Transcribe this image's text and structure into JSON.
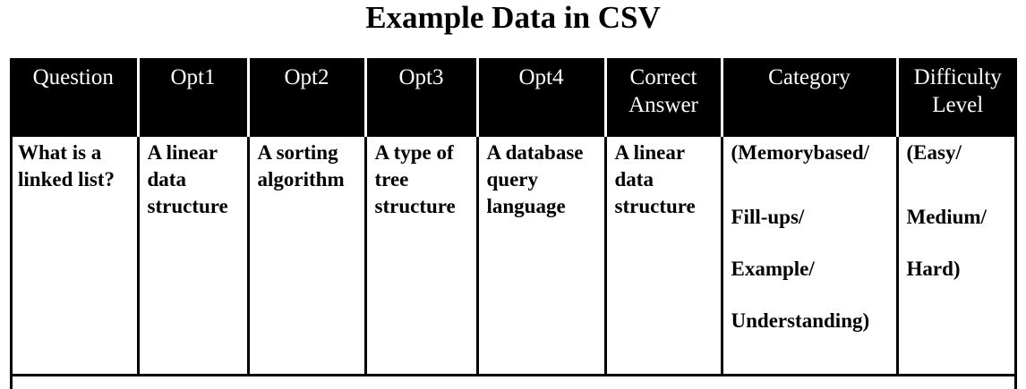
{
  "title": "Example Data in CSV",
  "table": {
    "headers": [
      "Question",
      "Opt1",
      "Opt2",
      "Opt3",
      "Opt4",
      "Correct Answer",
      "Category",
      "Difficulty Level"
    ],
    "row": {
      "question": "What is a linked list?",
      "opt1": "A linear data structure",
      "opt2": "A sorting algorithm",
      "opt3": "A type of tree structure",
      "opt4": "A database query language",
      "correct_answer": "A linear data structure",
      "category": [
        "(Memorybased/",
        "Fill-ups/",
        "Example/",
        "Understanding)"
      ],
      "difficulty_level": [
        "(Easy/",
        "Medium/",
        "Hard)"
      ]
    }
  }
}
